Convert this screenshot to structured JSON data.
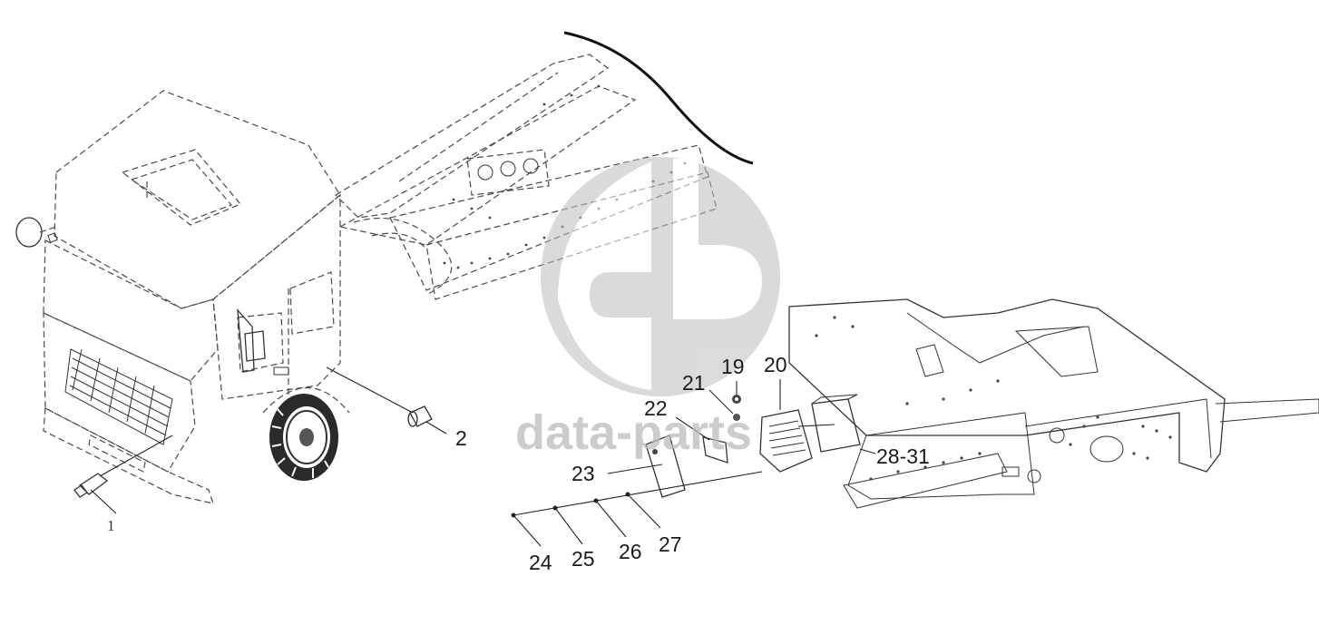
{
  "diagram": {
    "watermark": {
      "text": "data-parts",
      "icon": "dp-logo-icon"
    },
    "callouts": {
      "c1": "1",
      "c2": "2",
      "c19": "19",
      "c20": "20",
      "c21": "21",
      "c22": "22",
      "c23": "23",
      "c24": "24",
      "c25": "25",
      "c26": "26",
      "c27": "27",
      "c28_31": "28-31"
    }
  }
}
